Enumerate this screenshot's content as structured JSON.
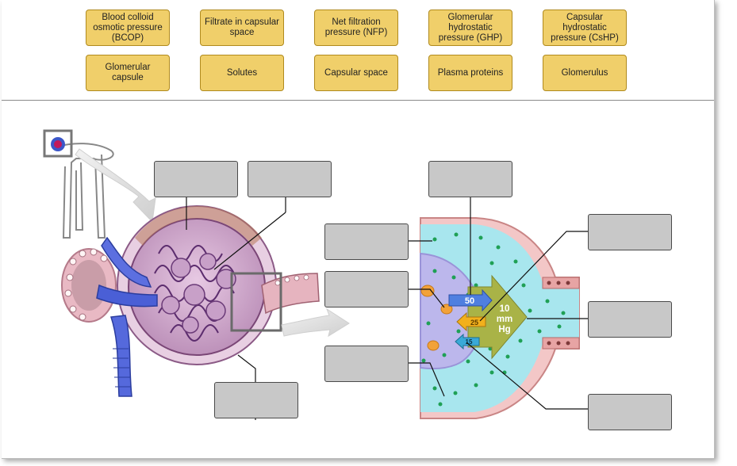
{
  "chips": [
    {
      "id": "bcop",
      "label": "Blood colloid osmotic pressure (BCOP)"
    },
    {
      "id": "filtrate",
      "label": "Filtrate in capsular space"
    },
    {
      "id": "nfp",
      "label": "Net filtration pressure (NFP)"
    },
    {
      "id": "ghp",
      "label": "Glomerular hydrostatic pressure (GHP)"
    },
    {
      "id": "cshp",
      "label": "Capsular hydrostatic pressure (CsHP)"
    },
    {
      "id": "glom-capsule",
      "label": "Glomerular capsule"
    },
    {
      "id": "solutes",
      "label": "Solutes"
    },
    {
      "id": "capsular-space",
      "label": "Capsular space"
    },
    {
      "id": "plasma-proteins",
      "label": "Plasma proteins"
    },
    {
      "id": "glomerulus",
      "label": "Glomerulus"
    }
  ],
  "arrows": {
    "ghp_value": "50",
    "bcop_value": "25",
    "cshp_value": "15",
    "nfp_value": "10",
    "nfp_unit_1": "mm",
    "nfp_unit_2": "Hg"
  },
  "colors": {
    "chip_fill": "#f0cf6a",
    "slot_fill": "#c8c8c8",
    "capsular_space": "#a8e6ee",
    "capillary": "#b9b4ea",
    "nfp_arrow": "#a9b347",
    "ghp_arrow": "#4f7fe0",
    "bcop_arrow": "#f2b01c"
  }
}
